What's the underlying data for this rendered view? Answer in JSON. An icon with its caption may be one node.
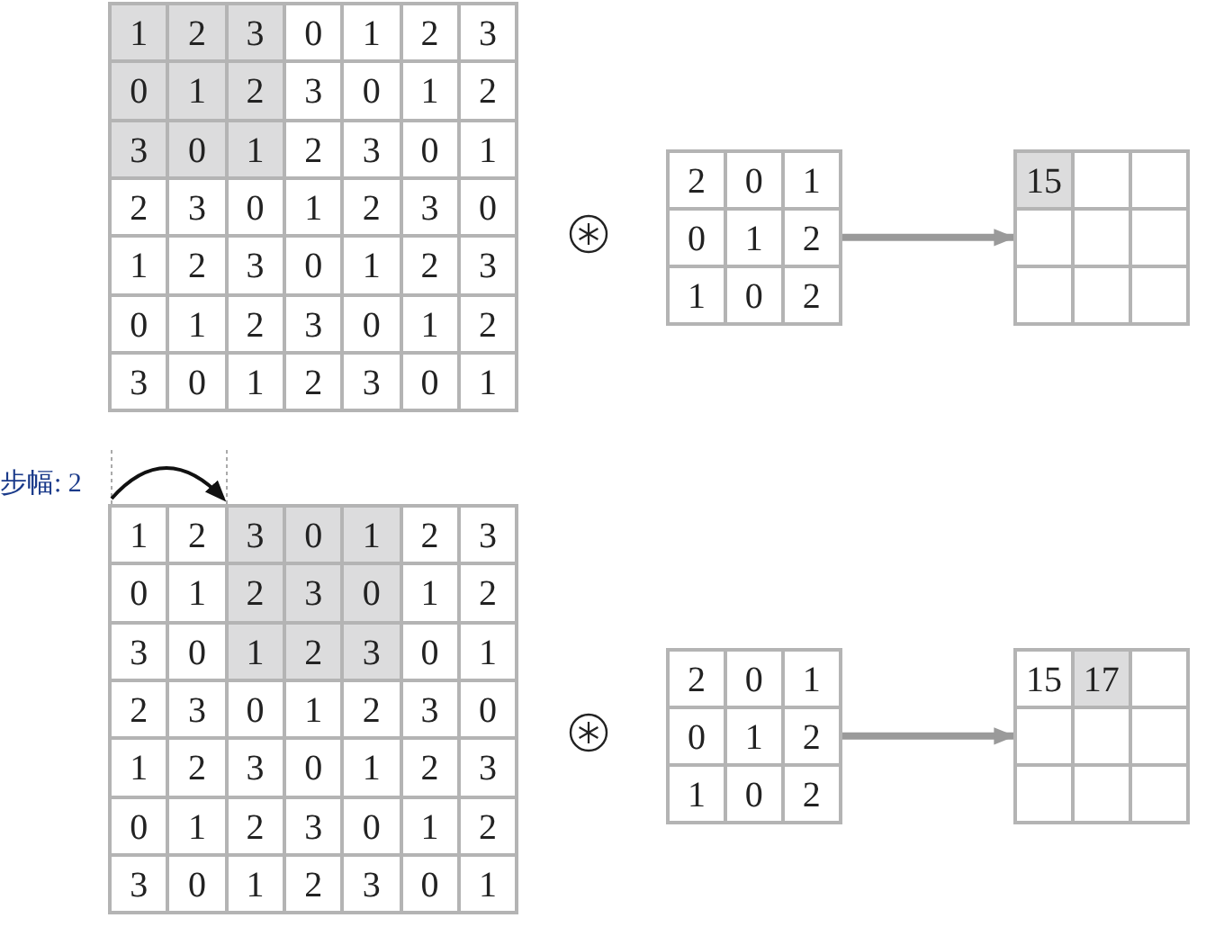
{
  "diagram": {
    "nodes": [
      {
        "text": [
          "1",
          "2",
          "3",
          "0",
          "1",
          "2",
          "3",
          "0",
          "1",
          "2",
          "3",
          "0",
          "1",
          "2",
          "3",
          "0",
          "1",
          "2",
          "3",
          "0",
          "1",
          "2",
          "3",
          "0",
          "1",
          "2",
          "3",
          "0",
          "1",
          "2",
          "3",
          "0",
          "1",
          "2",
          "3",
          "0",
          "1",
          "2",
          "3",
          "0",
          "1",
          "2",
          "3",
          "0",
          "1",
          "2",
          "3",
          "0",
          "1"
        ]
      },
      {
        "text": [
          "2",
          "0",
          "1",
          "0",
          "1",
          "2",
          "1",
          "0",
          "2"
        ]
      },
      {
        "text": [
          "15"
        ]
      },
      {
        "text": [
          "1",
          "2",
          "3",
          "0",
          "1",
          "2",
          "3",
          "0",
          "1",
          "2",
          "3",
          "0",
          "1",
          "2",
          "3",
          "0",
          "1",
          "2",
          "3",
          "0",
          "1",
          "2",
          "3",
          "0",
          "1",
          "2",
          "3",
          "0",
          "1",
          "2",
          "3",
          "0",
          "1",
          "2",
          "3",
          "0",
          "1",
          "2",
          "3",
          "0",
          "1",
          "2",
          "3",
          "0",
          "1",
          "2",
          "3",
          "0",
          "1"
        ]
      },
      {
        "text": [
          "2",
          "0",
          "1",
          "0",
          "1",
          "2",
          "1",
          "0",
          "2"
        ]
      },
      {
        "text": [
          "15",
          "17"
        ]
      }
    ],
    "edges": [
      {
        "from": 1,
        "to": 2,
        "arrow": "to"
      },
      {
        "from": 4,
        "to": 5,
        "arrow": "to"
      }
    ],
    "labels": [
      "步幅: 2"
    ]
  }
}
